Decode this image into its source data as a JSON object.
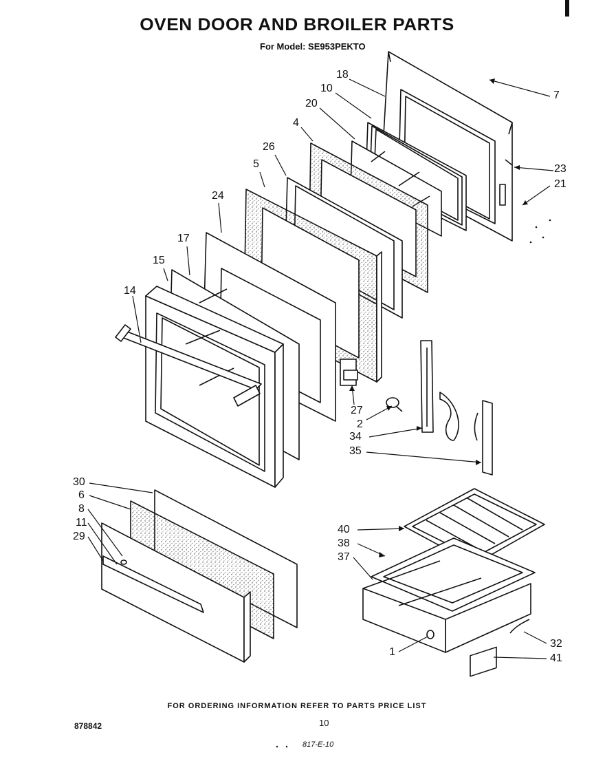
{
  "header": {
    "title": "OVEN DOOR AND BROILER PARTS",
    "model_line": "For Model: SE953PEKTO"
  },
  "footer": {
    "ordering_note": "FOR ORDERING INFORMATION REFER TO PARTS PRICE LIST",
    "part_code": "878842",
    "page_number": "10",
    "stamp_code": "817-E-10"
  },
  "callouts": {
    "c18": "18",
    "c10": "10",
    "c7": "7",
    "c20": "20",
    "c4": "4",
    "c26": "26",
    "c23": "23",
    "c21": "21",
    "c5": "5",
    "c24": "24",
    "c17": "17",
    "c15": "15",
    "c14": "14",
    "c27": "27",
    "c2": "2",
    "c34": "34",
    "c35": "35",
    "c30": "30",
    "c6": "6",
    "c8": "8",
    "c11": "11",
    "c29": "29",
    "c40": "40",
    "c38": "38",
    "c37": "37",
    "c1": "1",
    "c32": "32",
    "c41": "41"
  }
}
